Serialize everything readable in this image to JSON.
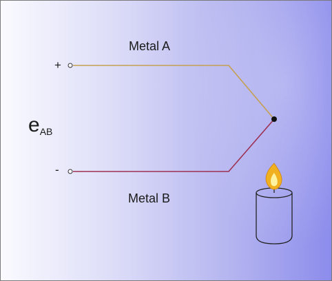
{
  "labels": {
    "metal_a": "Metal A",
    "metal_b": "Metal B",
    "plus": "+",
    "minus": "-",
    "emf_symbol": "e",
    "emf_subscript": "AB"
  },
  "colors": {
    "wire_a": "#c4a050",
    "wire_b": "#9c3050",
    "junction": "#111111",
    "flame_outer": "#f0b020",
    "flame_inner": "#fff2a0"
  }
}
